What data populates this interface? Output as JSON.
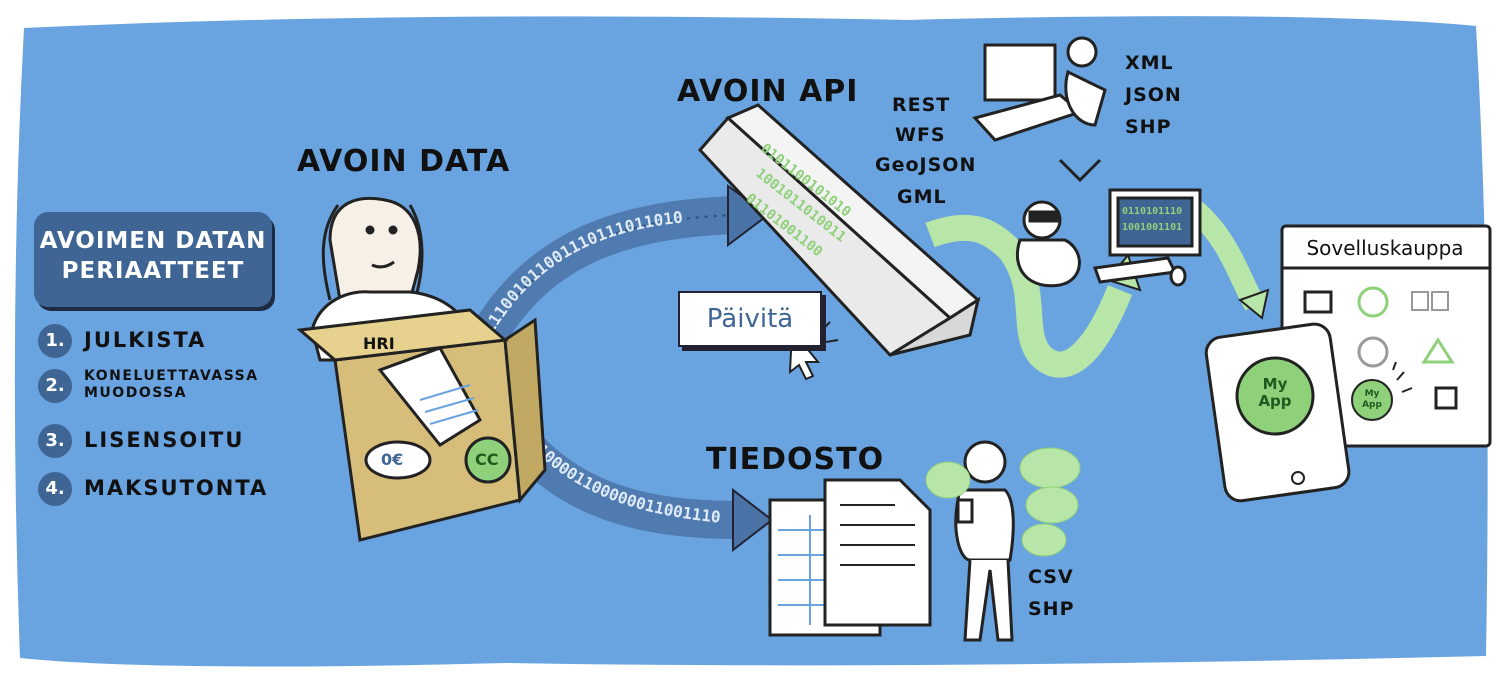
{
  "heading_data": "AVOIN DATA",
  "heading_api": "AVOIN API",
  "heading_file": "TIEDOSTO",
  "principles": {
    "title": "AVOIMEN DATAN\nPERIAATTEET",
    "items": [
      {
        "num": "1.",
        "label": "JULKISTA"
      },
      {
        "num": "2.",
        "label": "KONELUETTAVASSA\nMUODOSSA"
      },
      {
        "num": "3.",
        "label": "LISENSOITU"
      },
      {
        "num": "4.",
        "label": "MAKSUTONTA"
      }
    ]
  },
  "shirt_label": "HRI",
  "price_tag": "0€",
  "license_badge": "CC",
  "api_protocols": [
    "REST",
    "WFS",
    "GeoJSON",
    "GML"
  ],
  "api_formats": [
    "XML",
    "JSON",
    "SHP"
  ],
  "file_formats": [
    "CSV",
    "SHP"
  ],
  "update_button": "Päivitä",
  "store_title": "Sovelluskauppa",
  "app_label_big": "My\nApp",
  "app_label_small": "My\nApp",
  "binary_top": "100111001011001110111011010",
  "binary_bottom": "1001100001100000011001110",
  "screen_binary": "0110101110\n1001001101",
  "colors": {
    "background": "#6aa4e0",
    "accent_green": "#8fd07a",
    "dark_blue": "#3e6593",
    "box": "#d6be7a"
  }
}
